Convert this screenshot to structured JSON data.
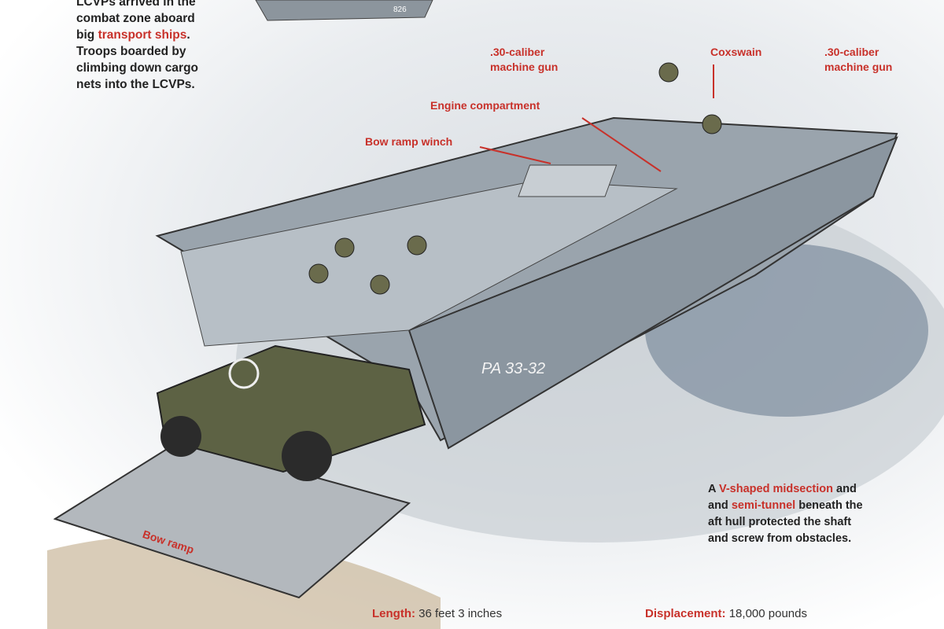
{
  "intro": {
    "line1": "LCVPs arrived in the",
    "line2": "combat zone aboard",
    "line3_pre": "big ",
    "line3_link": "transport ships",
    "line3_post": ".",
    "line4": "Troops boarded by",
    "line5": "climbing down cargo",
    "line6": "nets into the LCVPs."
  },
  "labels": {
    "mg_left": [
      ".30-caliber",
      "machine gun"
    ],
    "coxswain": "Coxswain",
    "mg_right": [
      ".30-caliber",
      "machine gun"
    ],
    "engine": "Engine compartment",
    "winch": "Bow ramp winch",
    "bow_ramp": "Bow ramp",
    "hull_number": "PA 33-32",
    "ship_number": "826"
  },
  "hull_note": {
    "pre1": "A ",
    "link1": "V-shaped midsection",
    "post1": " and",
    "pre2": "and ",
    "link2": "semi-tunnel",
    "post2": " beneath the",
    "line3": "aft hull protected the shaft",
    "line4": "and screw from obstacles."
  },
  "specs": {
    "length_label": "Length:",
    "length_value": "36 feet 3 inches",
    "displacement_label": "Displacement:",
    "displacement_value": "18,000 pounds"
  },
  "colors": {
    "accent": "#c8312a",
    "hull": "#9aa4ad",
    "jeep": "#5d6244"
  }
}
